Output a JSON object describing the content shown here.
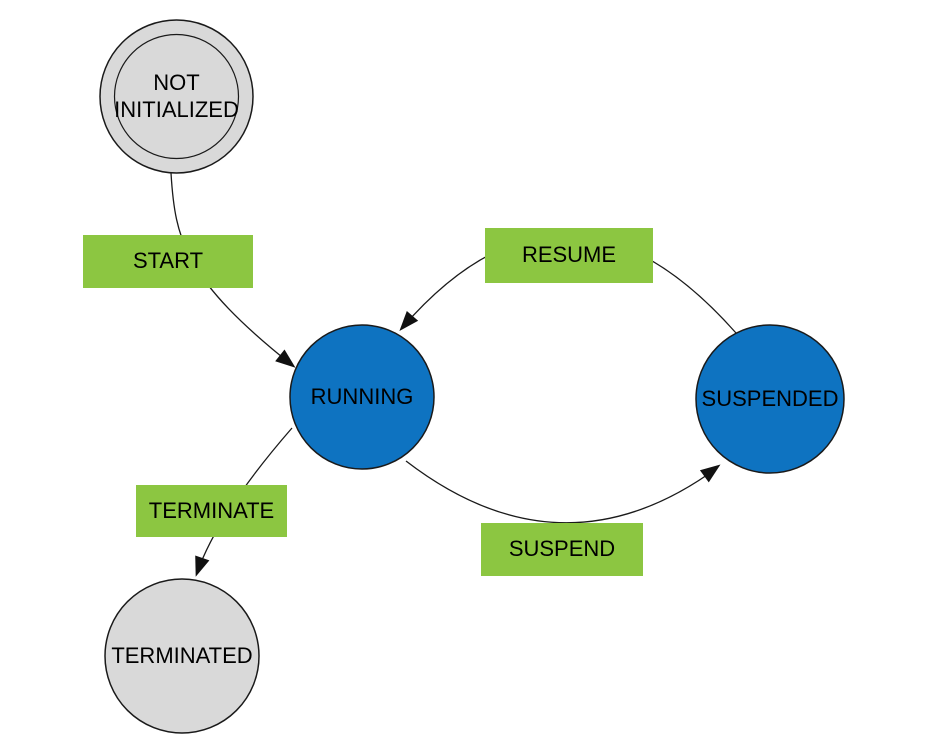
{
  "colors": {
    "background": "#ffffff",
    "active_state_fill": "#0e73c1",
    "inactive_state_fill": "#d9d9d9",
    "transition_label_fill": "#8cc641",
    "outline": "#1a1a1a",
    "text": "#000000"
  },
  "states": {
    "not_initialized": {
      "label": "NOT INITIALIZED",
      "shape": "double-circle",
      "fill": "inactive"
    },
    "running": {
      "label": "RUNNING",
      "shape": "circle",
      "fill": "active"
    },
    "suspended": {
      "label": "SUSPENDED",
      "shape": "circle",
      "fill": "active"
    },
    "terminated": {
      "label": "TERMINATED",
      "shape": "circle",
      "fill": "inactive"
    }
  },
  "transitions": {
    "start": {
      "label": "START",
      "from": "NOT INITIALIZED",
      "to": "RUNNING"
    },
    "resume": {
      "label": "RESUME",
      "from": "SUSPENDED",
      "to": "RUNNING"
    },
    "suspend": {
      "label": "SUSPEND",
      "from": "RUNNING",
      "to": "SUSPENDED"
    },
    "terminate": {
      "label": "TERMINATE",
      "from": "RUNNING",
      "to": "TERMINATED"
    }
  }
}
